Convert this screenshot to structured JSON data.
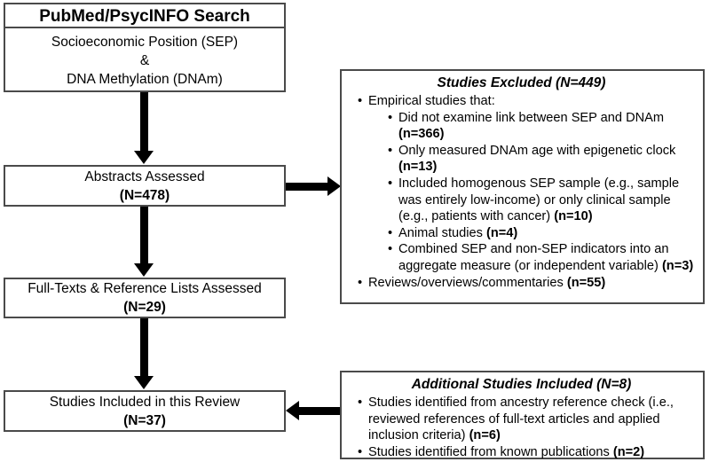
{
  "diagram": {
    "type": "prisma-flow-chart",
    "colors": {
      "box_border": "#4a4a4a",
      "arrow": "#000000",
      "background": "#ffffff",
      "text": "#000000"
    }
  },
  "search_box": {
    "title": "PubMed/PsycINFO Search",
    "line1": "Socioeconomic Position (SEP)",
    "line2": "&",
    "line3": "DNA Methylation (DNAm)"
  },
  "abstracts_box": {
    "label": "Abstracts Assessed",
    "count": "(N=478)"
  },
  "fulltexts_box": {
    "label": "Full-Texts & Reference Lists Assessed",
    "count": "(N=29)"
  },
  "included_box": {
    "label": "Studies Included in this Review",
    "count": "(N=37)"
  },
  "excluded_box": {
    "title": "Studies Excluded (N=449)",
    "items": [
      {
        "text": "Empirical studies that:",
        "count": "",
        "children": [
          {
            "text": "Did not examine link between SEP and DNAm",
            "count": "(n=366)"
          },
          {
            "text": "Only measured DNAm age with epigenetic clock",
            "count": "(n=13)"
          },
          {
            "text": "Included homogenous SEP sample (e.g., sample was entirely low-income) or only clinical sample (e.g., patients with cancer)",
            "count": "(n=10)"
          },
          {
            "text": "Animal studies",
            "count": "(n=4)"
          },
          {
            "text": "Combined SEP and non-SEP indicators into an aggregate measure (or independent variable)",
            "count": "(n=3)"
          }
        ]
      },
      {
        "text": "Reviews/overviews/commentaries",
        "count": "(n=55)",
        "children": []
      }
    ]
  },
  "additional_box": {
    "title": "Additional Studies Included (N=8)",
    "items": [
      {
        "text": "Studies identified from ancestry reference check (i.e., reviewed references of full-text articles and applied inclusion criteria)",
        "count": "(n=6)"
      },
      {
        "text": "Studies identified from known publications",
        "count": "(n=2)"
      }
    ]
  }
}
